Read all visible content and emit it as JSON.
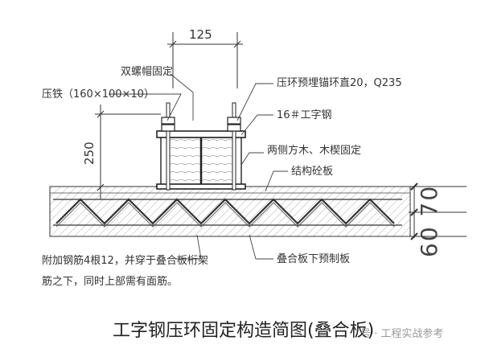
{
  "dimensions": {
    "top_width": "125",
    "left_height": "250",
    "right_thickness": "60 70"
  },
  "labels": {
    "double_nut": "双螺帽固定",
    "press_iron": "压铁（160×100×10）",
    "ring_anchor": "压环预埋锚环直20，Q235",
    "i_beam": "16＃工字钢",
    "timber_wedge": "两侧方木、木楔固定",
    "slab": "结构砼板",
    "rebar_note_line1": "附加钢筋4根12，并穿于叠合板桁架",
    "rebar_note_line2": "筋之下，同时上部需有面筋。",
    "precast_bottom": "叠合板下预制板"
  },
  "title": "工字钢压环固定构造简图(叠合板)",
  "watermark": "号 · 工程实战参考",
  "colors": {
    "line": "#2a2a2a",
    "thin": "#555555",
    "hatch": "#8a8a8a"
  }
}
